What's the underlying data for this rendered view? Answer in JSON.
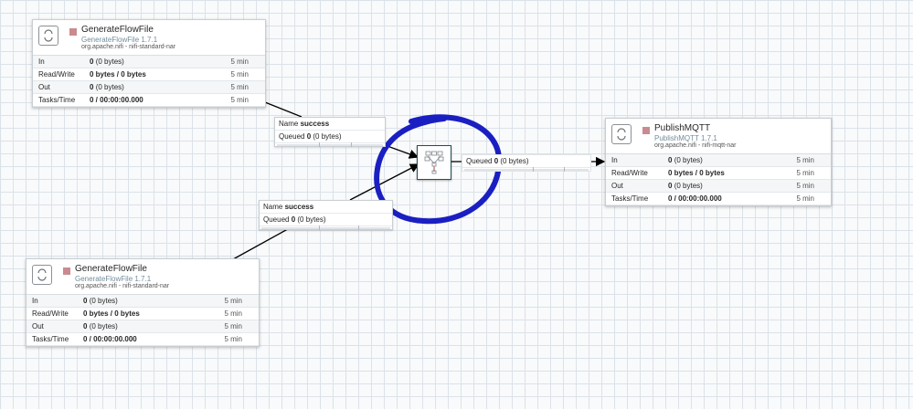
{
  "processors": {
    "gen1": {
      "title": "GenerateFlowFile",
      "type": "GenerateFlowFile 1.7.1",
      "bundle": "org.apache.nifi - nifi-standard-nar",
      "rows": [
        {
          "label": "In",
          "value": "0",
          "sub": "(0 bytes)",
          "time": "5 min"
        },
        {
          "label": "Read/Write",
          "value": "0 bytes / 0 bytes",
          "sub": "",
          "time": "5 min"
        },
        {
          "label": "Out",
          "value": "0",
          "sub": "(0 bytes)",
          "time": "5 min"
        },
        {
          "label": "Tasks/Time",
          "value": "0 / 00:00:00.000",
          "sub": "",
          "time": "5 min"
        }
      ]
    },
    "gen2": {
      "title": "GenerateFlowFile",
      "type": "GenerateFlowFile 1.7.1",
      "bundle": "org.apache.nifi - nifi-standard-nar",
      "rows": [
        {
          "label": "In",
          "value": "0",
          "sub": "(0 bytes)",
          "time": "5 min"
        },
        {
          "label": "Read/Write",
          "value": "0 bytes / 0 bytes",
          "sub": "",
          "time": "5 min"
        },
        {
          "label": "Out",
          "value": "0",
          "sub": "(0 bytes)",
          "time": "5 min"
        },
        {
          "label": "Tasks/Time",
          "value": "0 / 00:00:00.000",
          "sub": "",
          "time": "5 min"
        }
      ]
    },
    "mqtt": {
      "title": "PublishMQTT",
      "type": "PublishMQTT 1.7.1",
      "bundle": "org.apache.nifi - nifi-mqtt-nar",
      "rows": [
        {
          "label": "In",
          "value": "0",
          "sub": "(0 bytes)",
          "time": "5 min"
        },
        {
          "label": "Read/Write",
          "value": "0 bytes / 0 bytes",
          "sub": "",
          "time": "5 min"
        },
        {
          "label": "Out",
          "value": "0",
          "sub": "(0 bytes)",
          "time": "5 min"
        },
        {
          "label": "Tasks/Time",
          "value": "0 / 00:00:00.000",
          "sub": "",
          "time": "5 min"
        }
      ]
    }
  },
  "connections": {
    "c1": {
      "name_label": "Name",
      "name": "success",
      "queued_label": "Queued",
      "queued": "0",
      "queued_sub": "(0 bytes)"
    },
    "c2": {
      "name_label": "Name",
      "name": "success",
      "queued_label": "Queued",
      "queued": "0",
      "queued_sub": "(0 bytes)"
    },
    "c3": {
      "queued_label": "Queued",
      "queued": "0",
      "queued_sub": "(0 bytes)"
    }
  },
  "colors": {
    "annotation_circle": "#1a1fc2",
    "stopped_indicator": "#c98b8f",
    "canvas_grid": "#dbe2e8"
  },
  "icons": {
    "processor": "processor-icon",
    "funnel": "funnel-icon"
  }
}
